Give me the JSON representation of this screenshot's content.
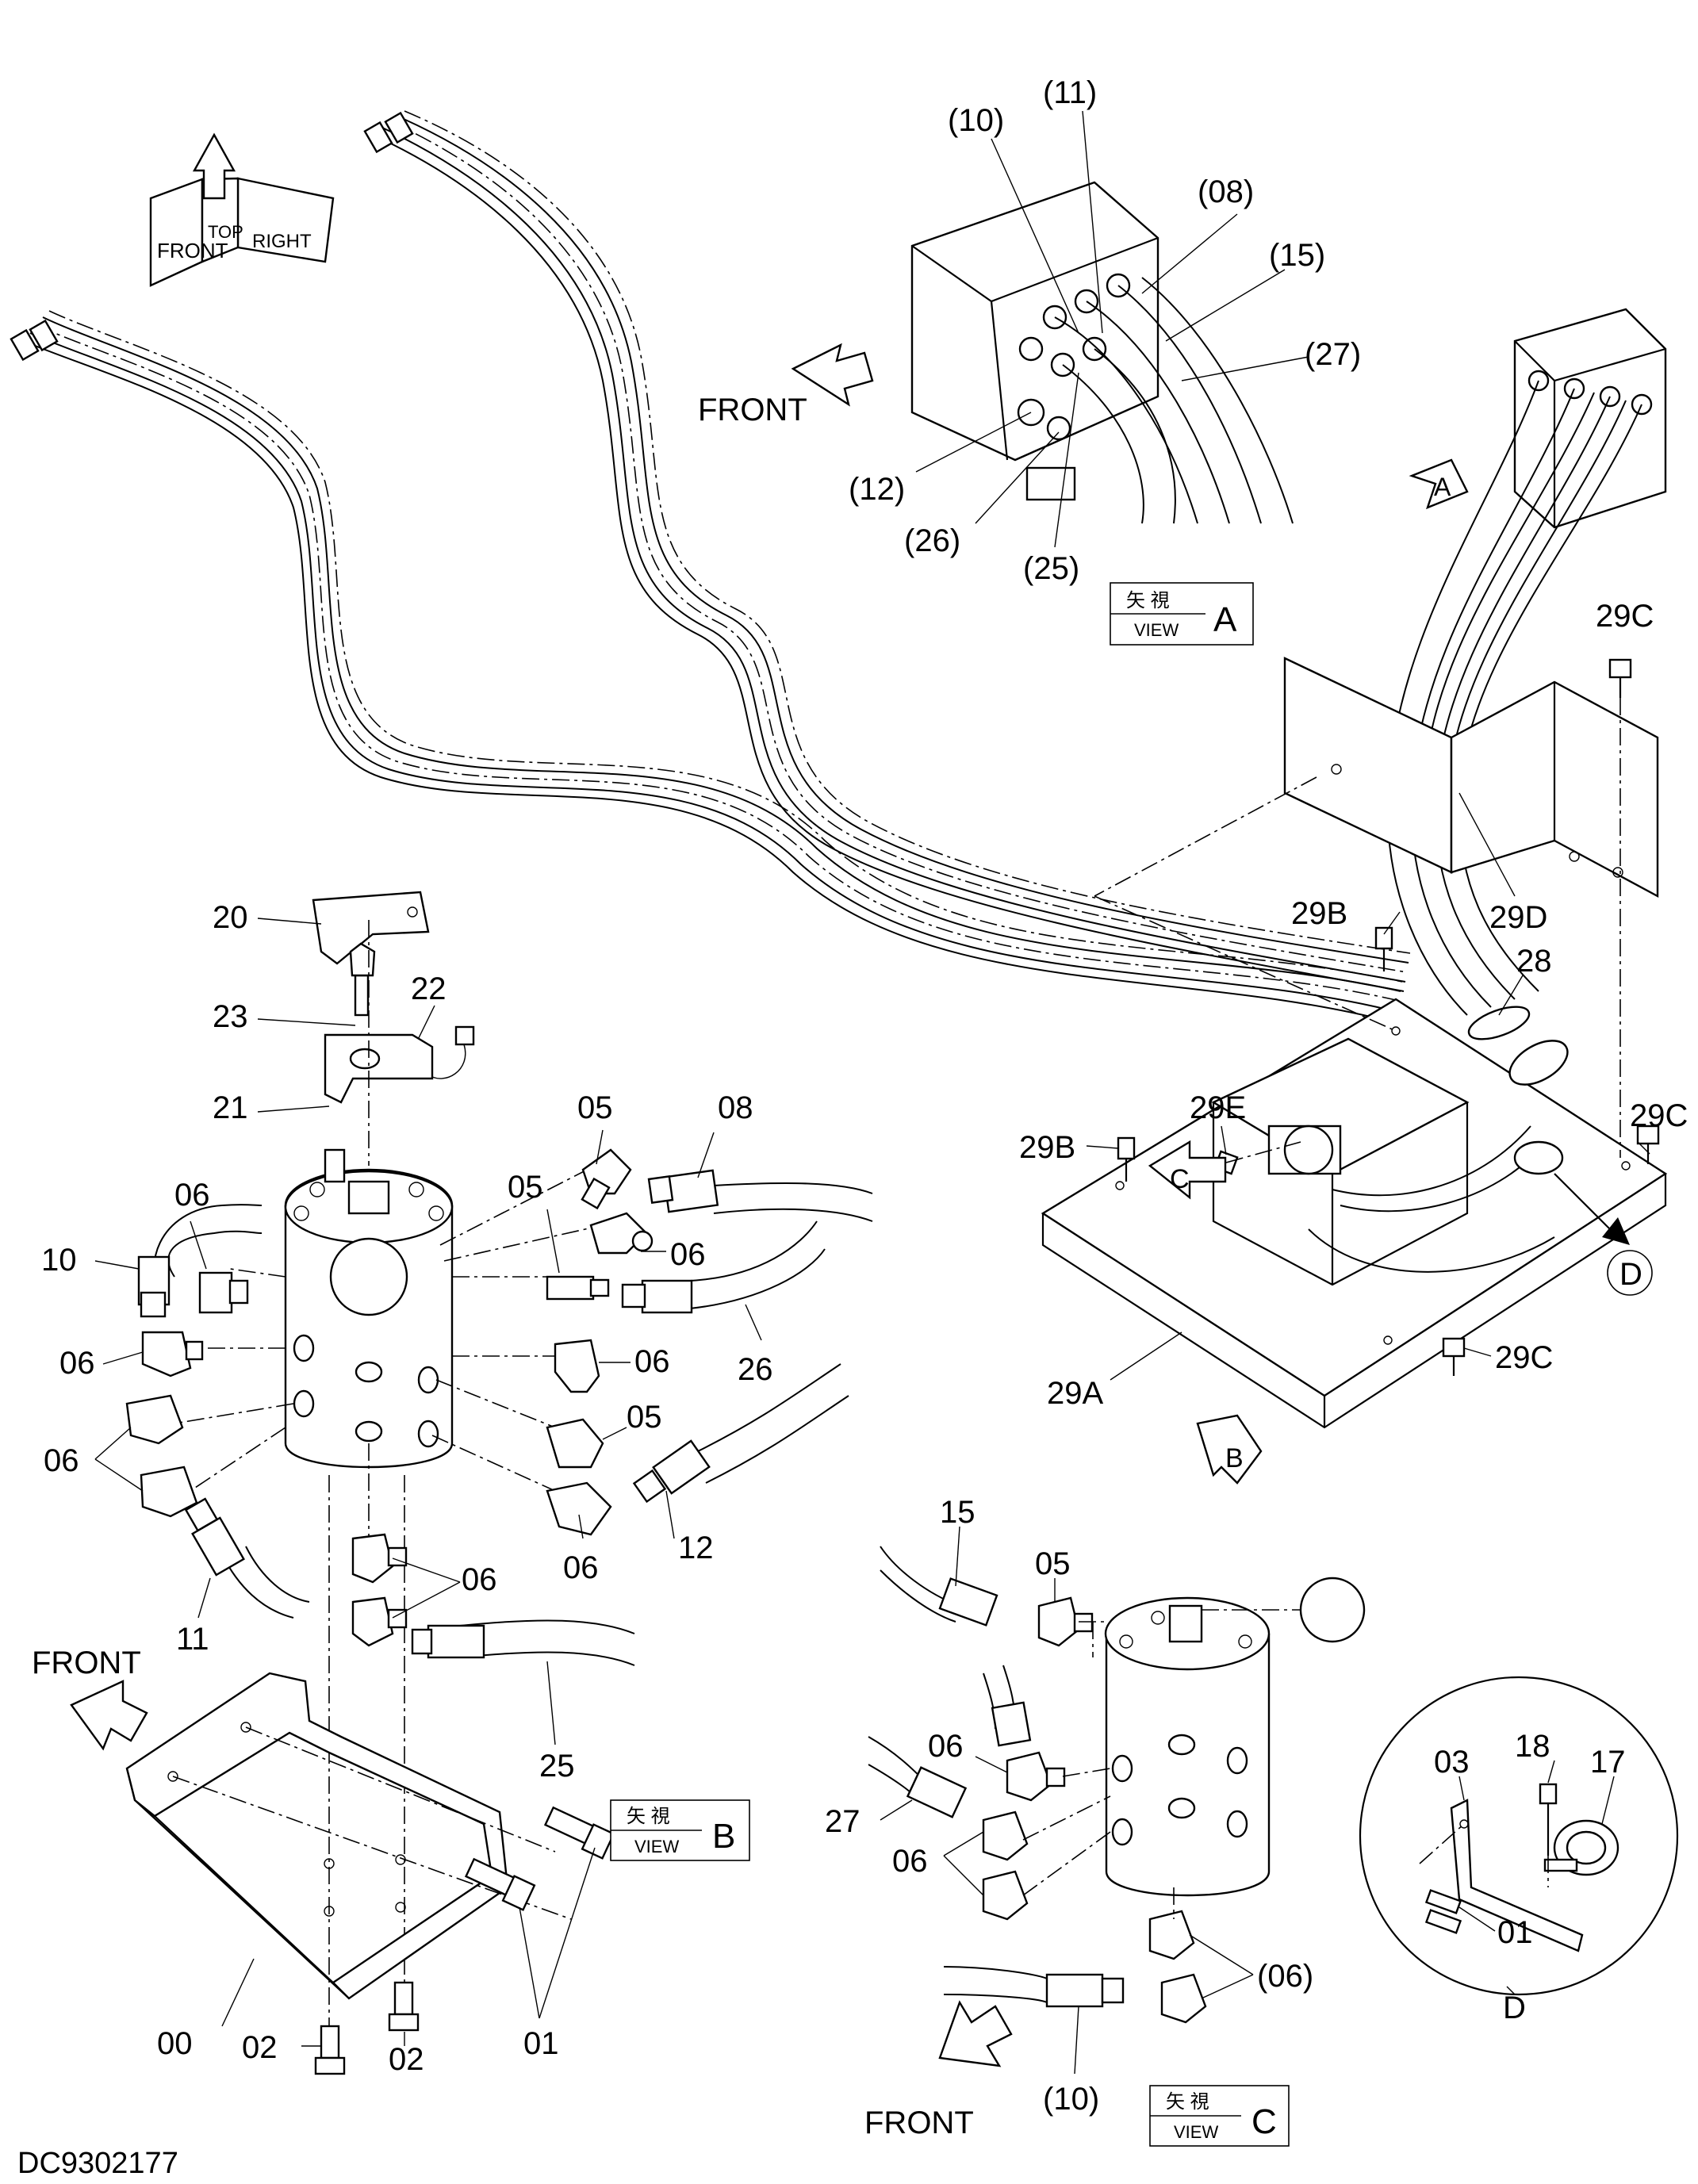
{
  "drawing_id": "DC9302177",
  "orientation": {
    "front": "FRONT",
    "top": "TOP",
    "right": "RIGHT"
  },
  "direction_labels": {
    "front": "FRONT"
  },
  "views": {
    "a": {
      "jp": "矢 視",
      "en": "VIEW",
      "letter": "A"
    },
    "b": {
      "jp": "矢 視",
      "en": "VIEW",
      "letter": "B"
    },
    "c": {
      "jp": "矢 視",
      "en": "VIEW",
      "letter": "C"
    }
  },
  "view_arrows": {
    "a": "A",
    "b": "B",
    "c": "C"
  },
  "detail": {
    "circle": "D",
    "caption": "D"
  },
  "callouts": {
    "p00": "00",
    "p01a": "01",
    "p01b": "01",
    "p02a": "02",
    "p02b": "02",
    "p03": "03",
    "p05a": "05",
    "p05b": "05",
    "p05c": "05",
    "p05d": "05",
    "p06a": "06",
    "p06b": "06",
    "p06c": "06",
    "p06d": "06",
    "p06e": "06",
    "p06f": "06",
    "p06g": "06",
    "p06h": "06",
    "p06i": "06",
    "p08": "08",
    "p10": "10",
    "p11": "11",
    "p12": "12",
    "p15": "15",
    "p17": "17",
    "p18": "18",
    "p20": "20",
    "p21": "21",
    "p22": "22",
    "p23": "23",
    "p25": "25",
    "p26": "26",
    "p27": "27",
    "p28": "28",
    "p29a": "29A",
    "p29b1": "29B",
    "p29b2": "29B",
    "p29c1": "29C",
    "p29c2": "29C",
    "p29c3": "29C",
    "p29d": "29D",
    "p29e": "29E",
    "va10": "(10)",
    "va11": "(11)",
    "va08": "(08)",
    "va15": "(15)",
    "va27": "(27)",
    "va12": "(12)",
    "va26": "(26)",
    "va25": "(25)",
    "vc06": "(06)",
    "vc10": "(10)"
  }
}
